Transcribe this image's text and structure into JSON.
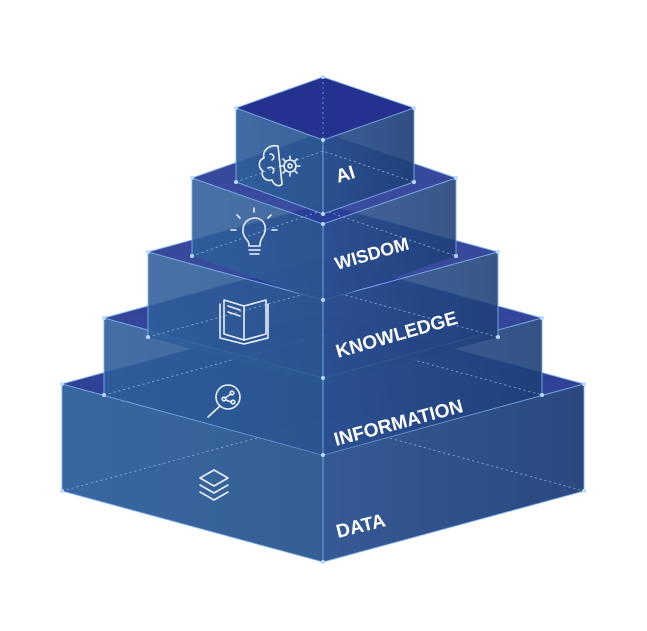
{
  "diagram": {
    "layers": [
      {
        "id": "data",
        "label": "DATA",
        "icon": "layers-icon"
      },
      {
        "id": "information",
        "label": "INFORMATION",
        "icon": "magnifier-network-icon"
      },
      {
        "id": "knowledge",
        "label": "KNOWLEDGE",
        "icon": "open-book-icon"
      },
      {
        "id": "wisdom",
        "label": "WISDOM",
        "icon": "lightbulb-icon"
      },
      {
        "id": "ai",
        "label": "AI",
        "icon": "brain-gear-icon"
      }
    ],
    "colors": {
      "top_face": "#22308a",
      "front_face": "#2c5a9a",
      "side_face": "#1f4680",
      "edge": "#7fb3e8",
      "label": "#ffffff"
    }
  }
}
